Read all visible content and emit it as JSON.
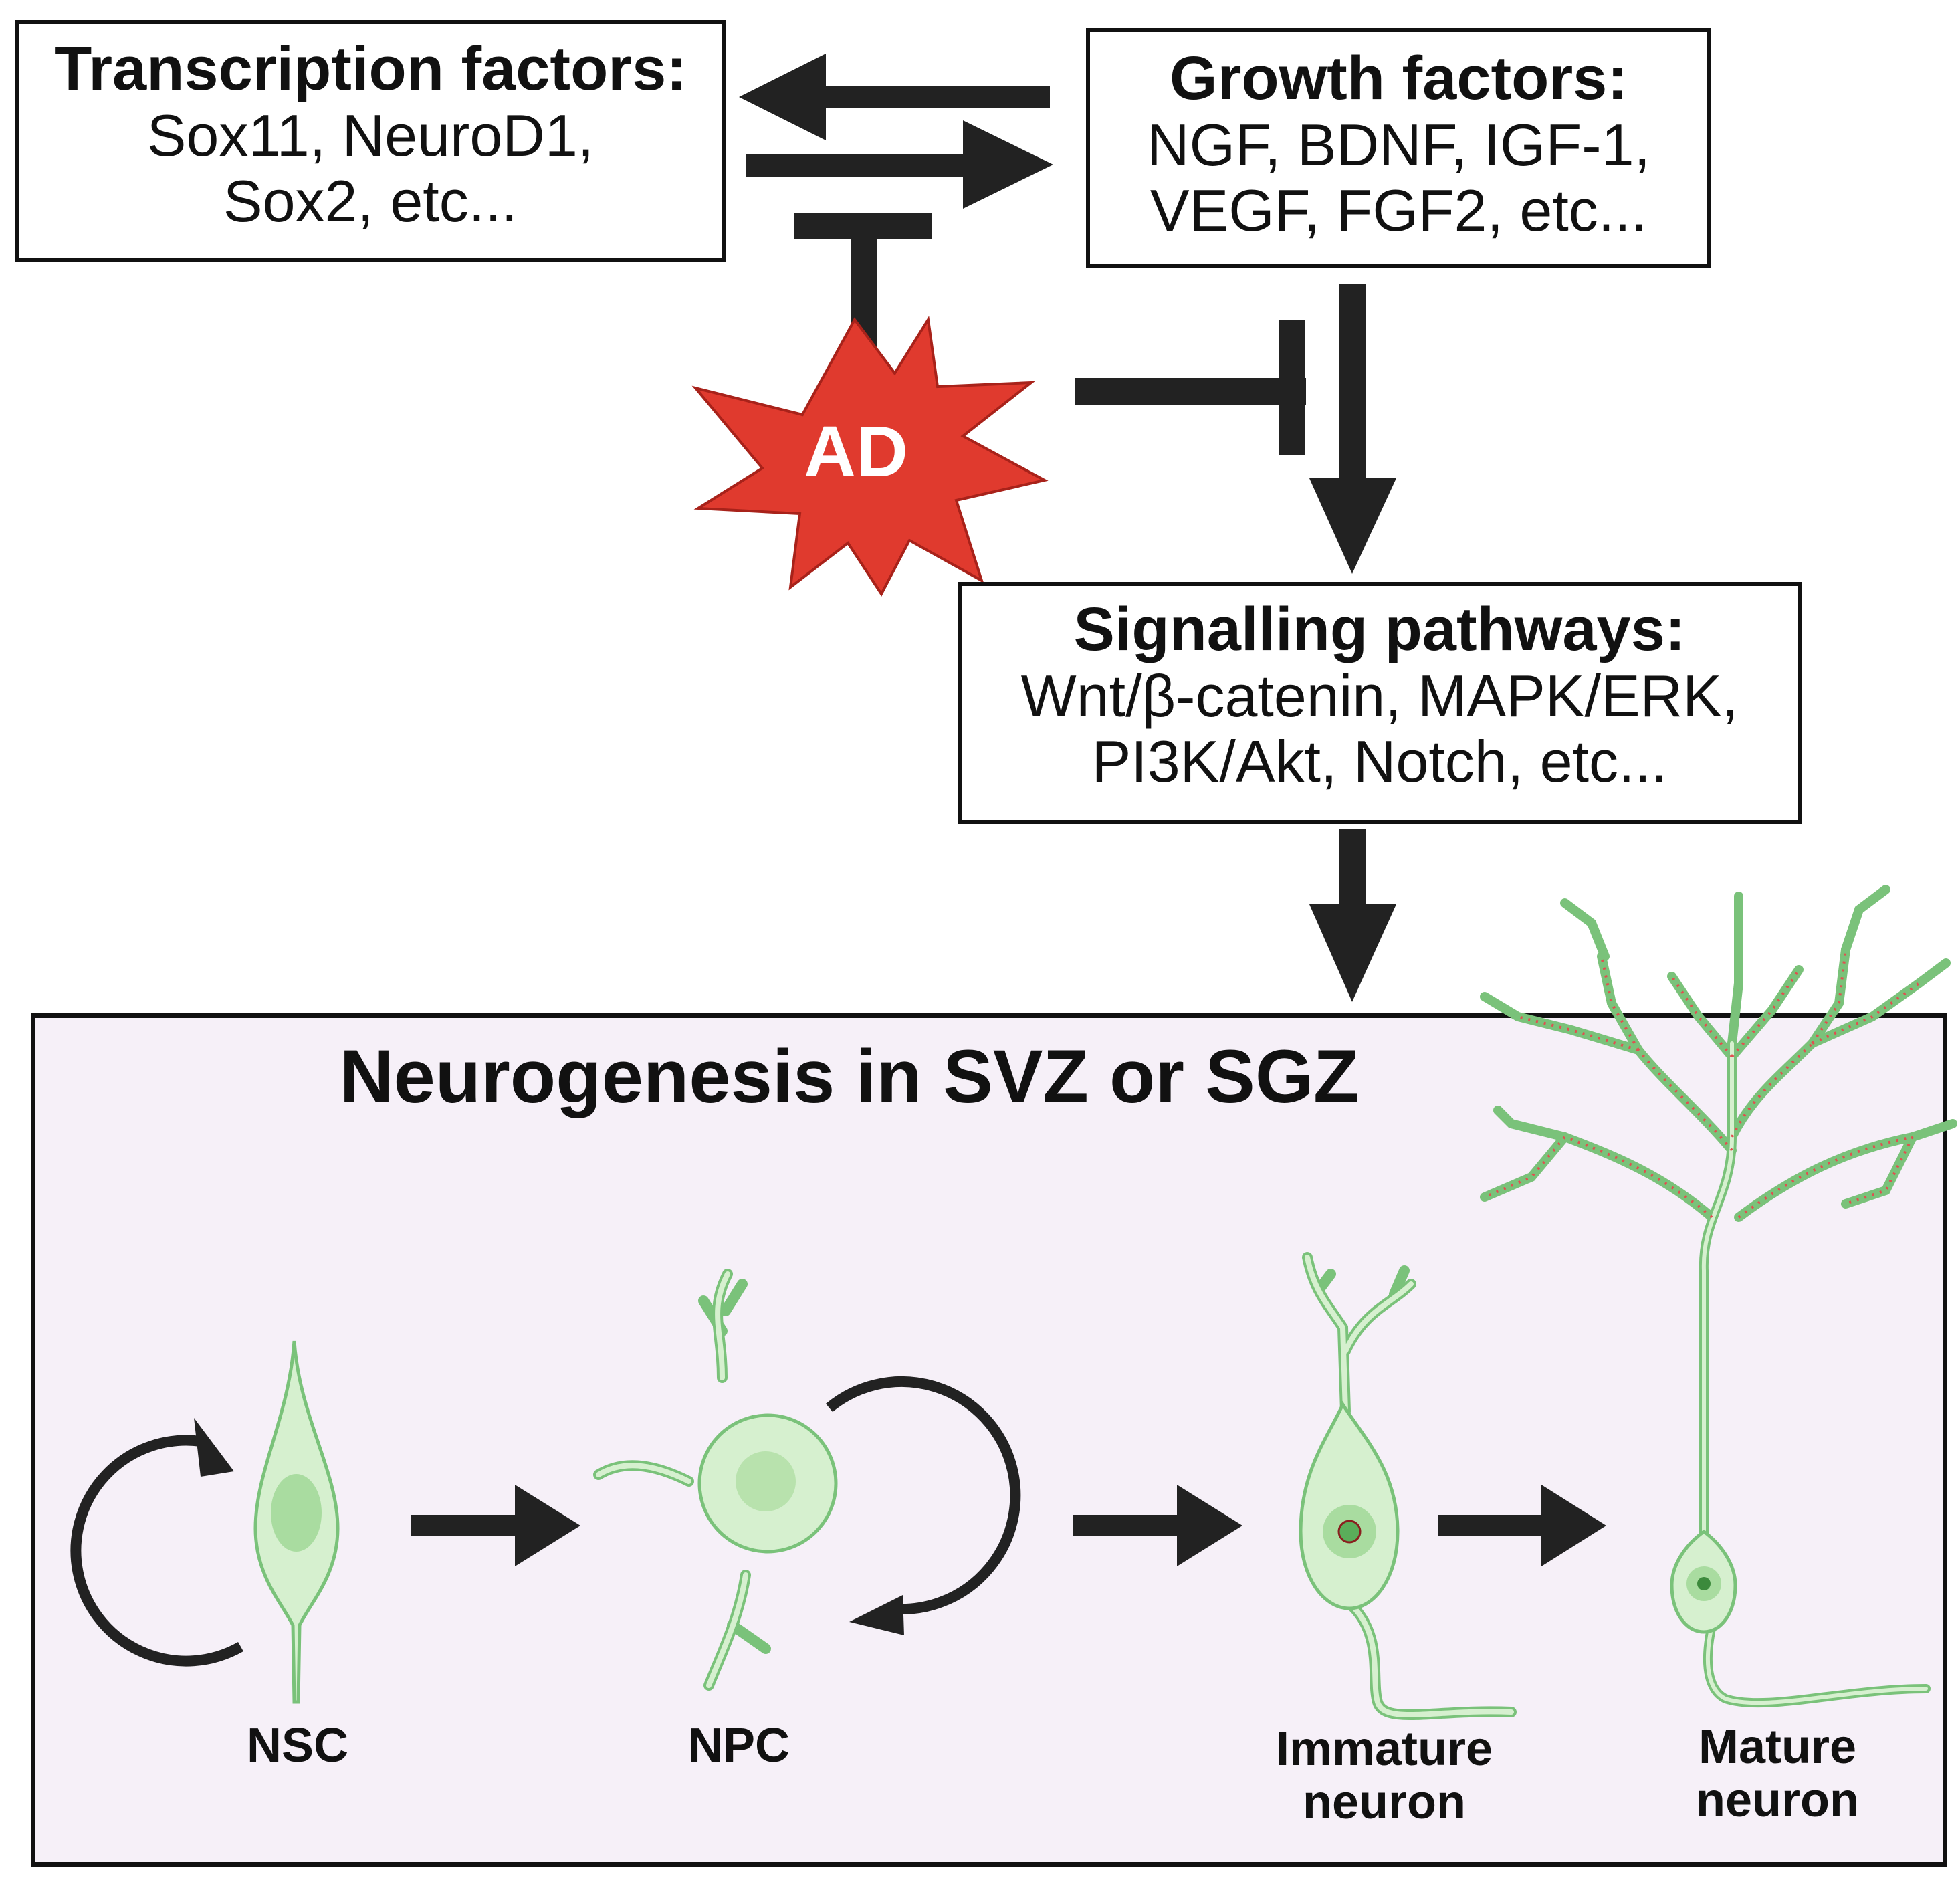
{
  "transcription_factors": {
    "title": "Transcription factors:",
    "line1": "Sox11, NeuroD1,",
    "line2": "Sox2, etc..."
  },
  "growth_factors": {
    "title": "Growth factors:",
    "line1": "NGF, BDNF, IGF-1,",
    "line2": "VEGF, FGF2, etc..."
  },
  "signalling_pathways": {
    "title": "Signalling pathways:",
    "line1": "Wnt/β-catenin, MAPK/ERK,",
    "line2": "PI3K/Akt, Notch, etc..."
  },
  "ad_label": "AD",
  "neurogenesis": {
    "title": "Neurogenesis in SVZ or SGZ",
    "cells": {
      "nsc": "NSC",
      "npc": "NPC",
      "immature_line1": "Immature",
      "immature_line2": "neuron",
      "mature_line1": "Mature",
      "mature_line2": "neuron"
    }
  },
  "colors": {
    "arrow": "#222222",
    "ad_fill": "#e03a2e",
    "cell_fill": "#d6f0cf",
    "cell_stroke": "#7ac27a",
    "panel_bg": "#f6f0f8"
  }
}
